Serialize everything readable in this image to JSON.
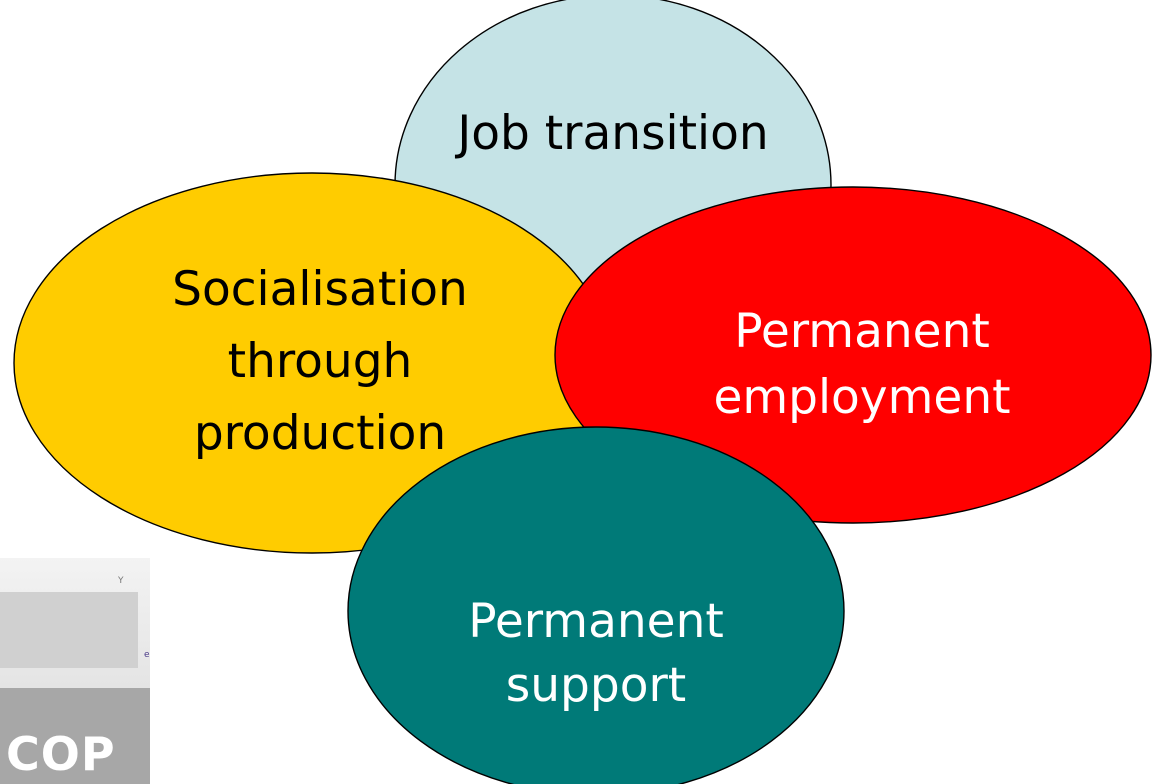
{
  "diagram": {
    "nodes": [
      {
        "id": "job",
        "lines": [
          "Job transition"
        ],
        "fill": "#c5e3e6",
        "text_color": "#000000"
      },
      {
        "id": "social",
        "lines": [
          "Socialisation",
          "through",
          "production"
        ],
        "fill": "#ffcc00",
        "text_color": "#000000"
      },
      {
        "id": "employ",
        "lines": [
          "Permanent",
          "employment"
        ],
        "fill": "#ff0000",
        "text_color": "#ffffff"
      },
      {
        "id": "support",
        "lines": [
          "Permanent",
          "support"
        ],
        "fill": "#007a78",
        "text_color": "#ffffff"
      }
    ]
  },
  "logo": {
    "fragment_text": "COP",
    "corner_mark_top": "Y",
    "corner_mark_side": "e"
  },
  "colors": {
    "outline": "#000000",
    "logo_light": "#e6e6e6",
    "logo_dark": "#a7a7a7"
  }
}
